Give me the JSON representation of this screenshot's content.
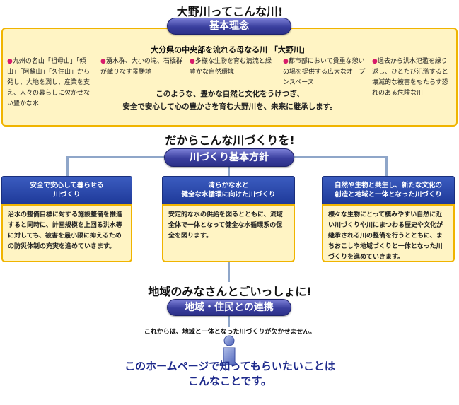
{
  "top_heading": "大野川ってこんな川!",
  "basic_philosophy": {
    "pill": "基本理念",
    "subtitle": "大分県の中央部を流れる母なる川 「大野川」",
    "principles": [
      "九州の名山「祖母山」「傾山」「阿蘇山」「久住山」から発し、大地を潤し、産業を支え、人々の暮らしに欠かせない豊かな水",
      "湧水群、大小の滝、石橋群が織りなす景勝地",
      "多様な生物を育む清流と緑豊かな自然環境",
      "都市部において貴重な憩いの場を提供する広大なオープンスペース",
      "過去から洪水氾濫を繰り返し、ひとたび氾濫すると壊滅的な被害をもたらす恐れのある危険な川"
    ],
    "summary_line1": "このような、豊かな自然と文化をうけつぎ、",
    "summary_line2": "安全で安心して心の豊かさを育む大野川を、未来に継承します。"
  },
  "middle_heading": "だからこんな川づくりを!",
  "policy": {
    "pill": "川づくり基本方針",
    "items": [
      {
        "title_line1": "安全で安心して暮らせる",
        "title_line2": "川づくり",
        "body": "治水の整備目標に対する施設整備を推進すると同時に、計画規模を上回る洪水等に対しても、被害を最小限に抑えるための防災体制の充実を進めていきます。"
      },
      {
        "title_line1": "清らかな水と",
        "title_line2": "健全な水循環に向けた川づくり",
        "body": "安定的な水の供給を図るとともに、流域全体で一体となって健全な水循環系の保全を図ります。"
      },
      {
        "title_line1": "自然や生物と共生し、新たな文化の",
        "title_line2": "創造と地域と一体となった川づくり",
        "body": "様々な生物にとって棲みやすい自然に近い川づくりや川にまつわる歴史や文化が継承される川の整備を行うとともに、まちおこしや地域づくりと一体となった川づくりを進めていきます。"
      }
    ]
  },
  "bottom_heading": "地域のみなさんとごいっしょに!",
  "cooperation": {
    "pill": "地域・住民との連携",
    "note": "これからは、地域と一体となった川づくりが欠かせません。"
  },
  "final_message_line1": "このホームページで知ってもらいたいことは",
  "final_message_line2": "こんなことです。",
  "colors": {
    "pill_blue": "#3a3f9e",
    "panel_fill": "#fff4c4",
    "panel_border": "#f0b400",
    "bullet": "#d81b6b",
    "final_text": "#1e2a8c"
  },
  "icons": [
    "info-icon"
  ]
}
